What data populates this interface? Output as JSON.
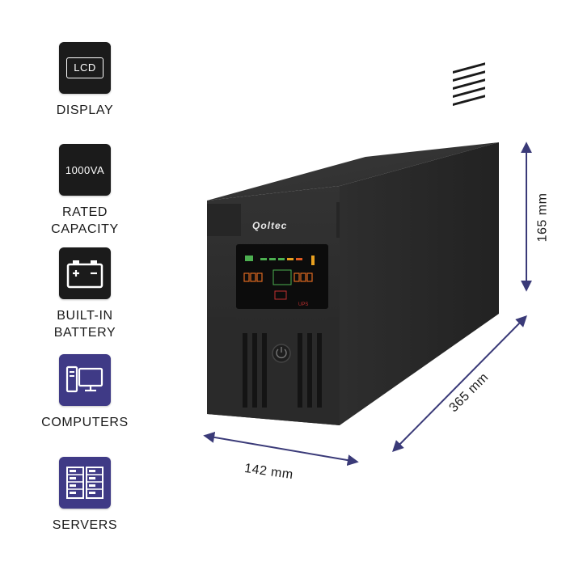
{
  "features": [
    {
      "icon": "lcd-badge-icon",
      "badge": "LCD",
      "label": [
        "DISPLAY"
      ]
    },
    {
      "icon": "capacity-badge-icon",
      "badge": "1000VA",
      "label": [
        "RATED",
        "CAPACITY"
      ]
    },
    {
      "icon": "battery-icon",
      "badge": "",
      "label": [
        "BUILT-IN",
        "BATTERY"
      ]
    },
    {
      "icon": "computer-icon",
      "badge": "",
      "label": [
        "COMPUTERS"
      ]
    },
    {
      "icon": "server-rack-icon",
      "badge": "",
      "label": [
        "SERVERS"
      ]
    }
  ],
  "product": {
    "brand": "Qoltec",
    "device_tag": "UPS"
  },
  "dimensions": {
    "height": "165 mm",
    "depth": "365 mm",
    "width": "142 mm"
  },
  "colors": {
    "icon_dark": "#1b1b1b",
    "icon_purple": "#3f3a86",
    "arrow": "#3a3a78",
    "ups_body": "#2b2b2b"
  }
}
